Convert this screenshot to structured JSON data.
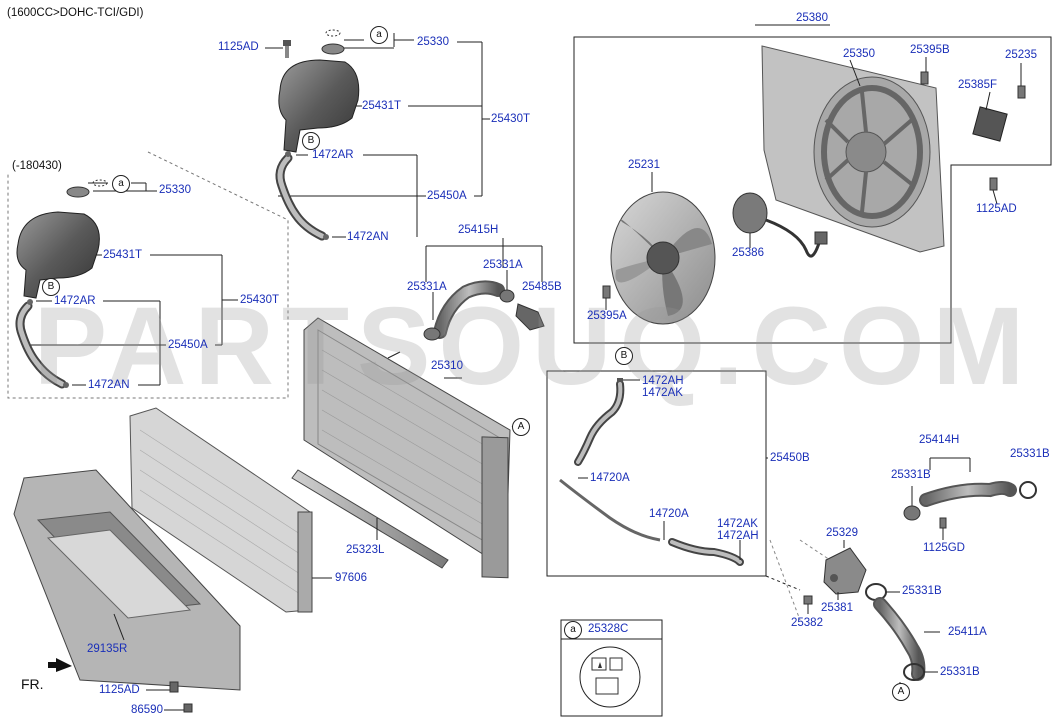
{
  "header": {
    "engine_spec": "(1600CC>DOHC-TCI/GDI)",
    "variant_spec": "(-180430)"
  },
  "watermark": "PARTSOUQ.COM",
  "orientation": {
    "front_label": "FR."
  },
  "callouts": {
    "a": "a",
    "b": "B",
    "a_upper": "A"
  },
  "legend": {
    "key": "a",
    "part": "25328C"
  },
  "labels": {
    "p1125AD_top": "1125AD",
    "p25330_top": "25330",
    "p25431T_top": "25431T",
    "p25430T_top": "25430T",
    "p1472AR_top": "1472AR",
    "p25450A_top": "25450A",
    "p1472AN_top": "1472AN",
    "p25330_low": "25330",
    "p25431T_low": "25431T",
    "p25430T_low": "25430T",
    "p1472AR_low": "1472AR",
    "p25450A_low": "25450A",
    "p1472AN_low": "1472AN",
    "p25380": "25380",
    "p25350": "25350",
    "p25395B": "25395B",
    "p25235": "25235",
    "p25385F": "25385F",
    "p25231": "25231",
    "p1125AD_right": "1125AD",
    "p25386": "25386",
    "p25395A": "25395A",
    "p25415H": "25415H",
    "p25331A_a": "25331A",
    "p25331A_b": "25331A",
    "p25485B": "25485B",
    "p25310": "25310",
    "p1472AH_top": "1472AH",
    "p1472AK_top": "1472AK",
    "p14720A_top": "14720A",
    "p14720A_mid": "14720A",
    "p1472AK_bot": "1472AK",
    "p1472AH_bot": "1472AH",
    "p25450B": "25450B",
    "p25323L": "25323L",
    "p97606": "97606",
    "p29135R": "29135R",
    "p1125AD_bottom": "1125AD",
    "p86590": "86590",
    "p25414H": "25414H",
    "p25331B_1": "25331B",
    "p25331B_2": "25331B",
    "p25329": "25329",
    "p1125GD": "1125GD",
    "p25331B_3": "25331B",
    "p25381": "25381",
    "p25382": "25382",
    "p25411A": "25411A",
    "p25331B_4": "25331B"
  },
  "colors": {
    "label": "#1a2fb8",
    "line": "#222222",
    "part_dark": "#3d3d3d",
    "part_mid": "#8a8a8a",
    "part_light": "#c9c9c9"
  }
}
